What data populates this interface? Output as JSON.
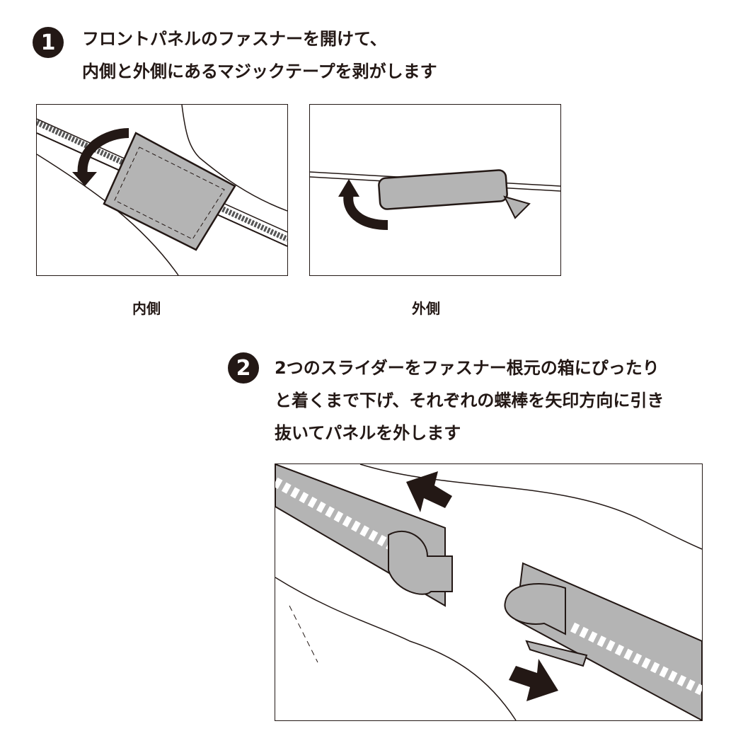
{
  "step1": {
    "number": "1",
    "lines": [
      "フロントパネルのファスナーを開けて、",
      "内側と外側にあるマジックテープを剥がします"
    ],
    "captions": {
      "inner": "内側",
      "outer": "外側"
    }
  },
  "step2": {
    "number": "2",
    "lines": [
      "2つのスライダーをファスナー根元の箱にぴったり",
      "と着くまで下げ、それぞれの蝶棒を矢印方向に引き",
      "抜いてパネルを外します"
    ]
  },
  "colors": {
    "ink": "#231815",
    "gray": "#b4b4b4"
  }
}
